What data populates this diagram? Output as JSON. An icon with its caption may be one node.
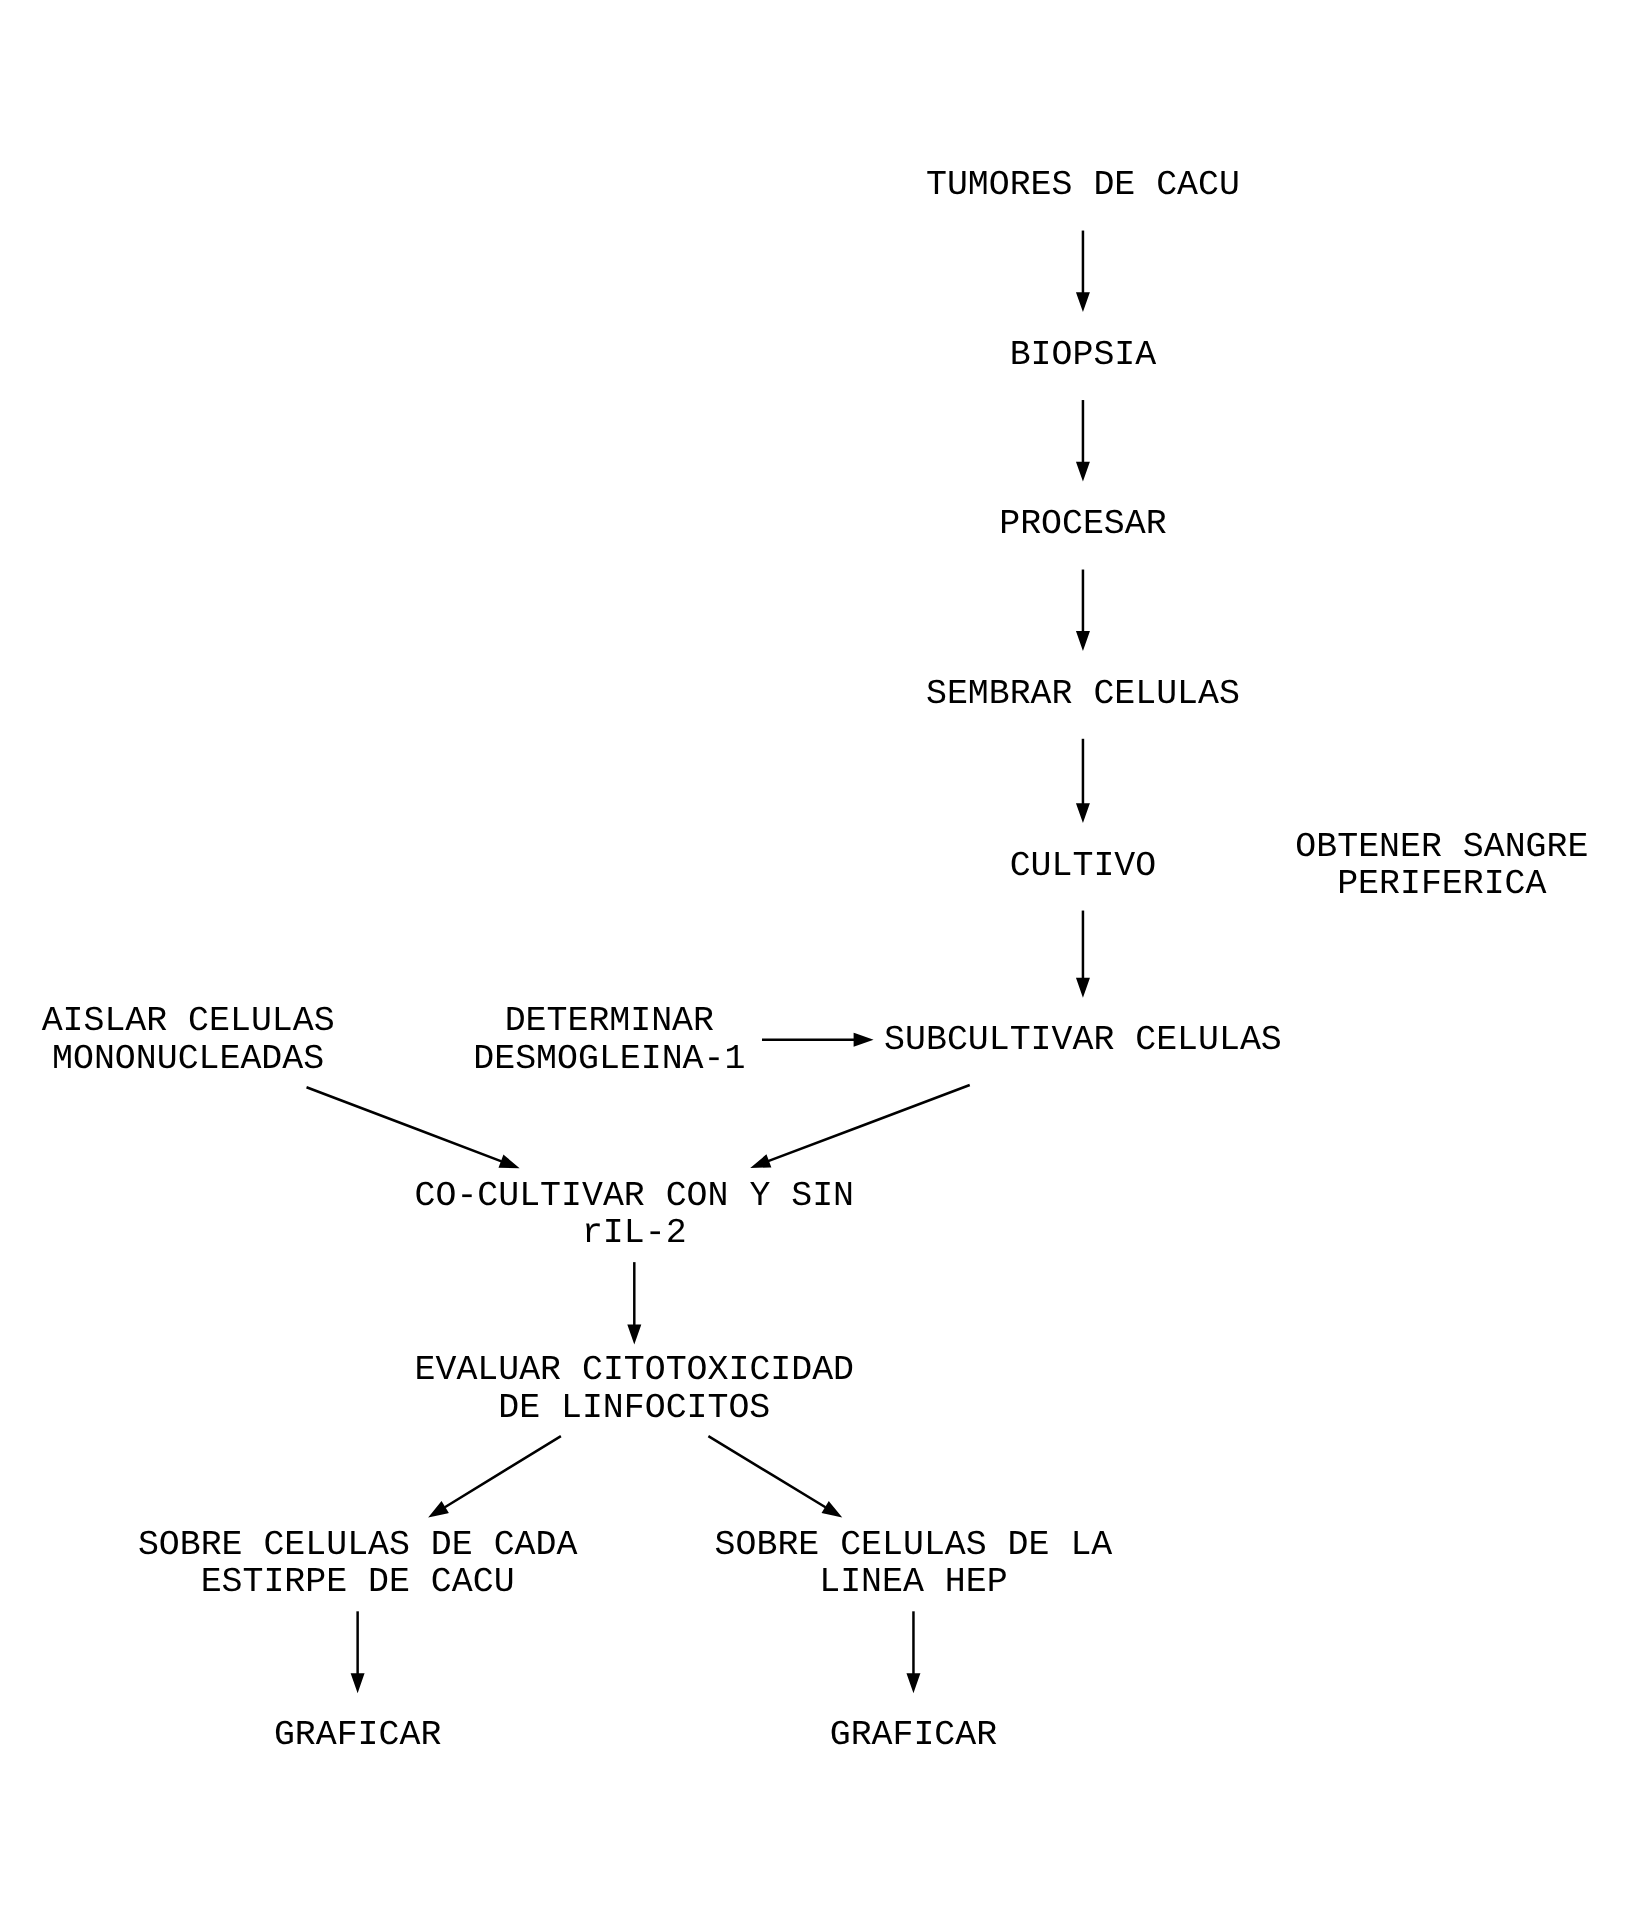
{
  "diagram": {
    "nodes": [
      {
        "text": [
          "TUMORES DE CACU"
        ]
      },
      {
        "text": [
          "BIOPSIA"
        ]
      },
      {
        "text": [
          "PROCESAR"
        ]
      },
      {
        "text": [
          "SEMBRAR CELULAS"
        ]
      },
      {
        "text": [
          "CULTIVO"
        ]
      },
      {
        "text": [
          "OBTENER SANGRE PERIFERICA"
        ]
      },
      {
        "text": [
          "SUBCULTIVAR CELULAS"
        ]
      },
      {
        "text": [
          "DETERMINAR DESMOGLEINA-1"
        ]
      },
      {
        "text": [
          "AISLAR CELULAS MONONUCLEADAS"
        ]
      },
      {
        "text": [
          "CO-CULTIVAR CON Y SIN rIL-2"
        ]
      },
      {
        "text": [
          "EVALUAR CITOTOXICIDAD DE LINFOCITOS"
        ]
      },
      {
        "text": [
          "SOBRE CELULAS DE CADA ESTIRPE DE CACU"
        ]
      },
      {
        "text": [
          "SOBRE CELULAS DE LA LINEA HEP"
        ]
      },
      {
        "text": [
          "GRAFICAR"
        ]
      },
      {
        "text": [
          "GRAFICAR"
        ]
      }
    ],
    "edges": [
      {
        "from": 0,
        "to": 1,
        "arrow": "to"
      },
      {
        "from": 1,
        "to": 2,
        "arrow": "to"
      },
      {
        "from": 2,
        "to": 3,
        "arrow": "to"
      },
      {
        "from": 3,
        "to": 4,
        "arrow": "to"
      },
      {
        "from": 4,
        "to": 6,
        "arrow": "to"
      },
      {
        "from": 7,
        "to": 6,
        "arrow": "to"
      },
      {
        "from": 6,
        "to": 9,
        "arrow": "to"
      },
      {
        "from": 8,
        "to": 9,
        "arrow": "to"
      },
      {
        "from": 9,
        "to": 10,
        "arrow": "to"
      },
      {
        "from": 10,
        "to": 11,
        "arrow": "to"
      },
      {
        "from": 10,
        "to": 12,
        "arrow": "to"
      },
      {
        "from": 11,
        "to": 13,
        "arrow": "to"
      },
      {
        "from": 12,
        "to": 14,
        "arrow": "to"
      }
    ]
  }
}
